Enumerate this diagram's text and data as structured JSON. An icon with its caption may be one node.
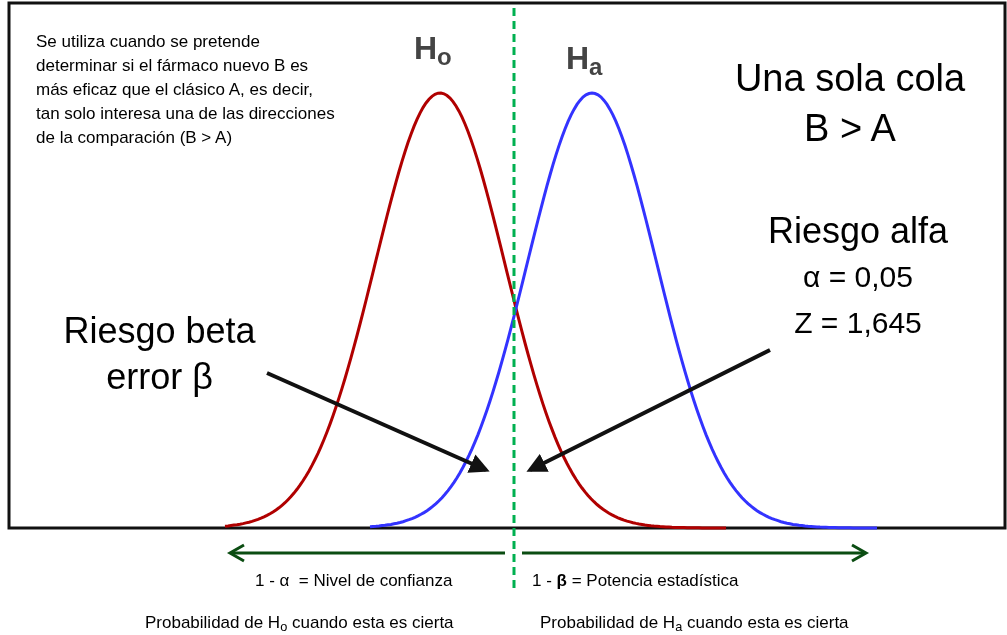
{
  "diagram": {
    "nodes": [
      {
        "text": [
          "Riesgo beta error β"
        ]
      },
      {
        "text": [
          "Riesgo alfa",
          "α = 0,05",
          "Z = 1,645"
        ]
      }
    ],
    "edges": [
      {
        "from": 0,
        "to": null,
        "arrow": "to"
      },
      {
        "from": 1,
        "to": null,
        "arrow": "to"
      }
    ],
    "labels": [
      "Se utiliza cuando se pretende determinar si el fármaco nuevo B es más eficaz que el clásico A, es decir, tan solo interesa una de las direcciones de la comparación (B > A)",
      "H$_{o}$",
      "H$_{a}$",
      "Una sola cola",
      "B > A",
      "1 - α  = Nivel de confianza",
      "1 - **β** = Potencia estadística",
      "Probabilidad de H$_{o}$ cuando esta es cierta",
      "Probabilidad de H$_{a}$ cuando esta es cierta"
    ]
  }
}
